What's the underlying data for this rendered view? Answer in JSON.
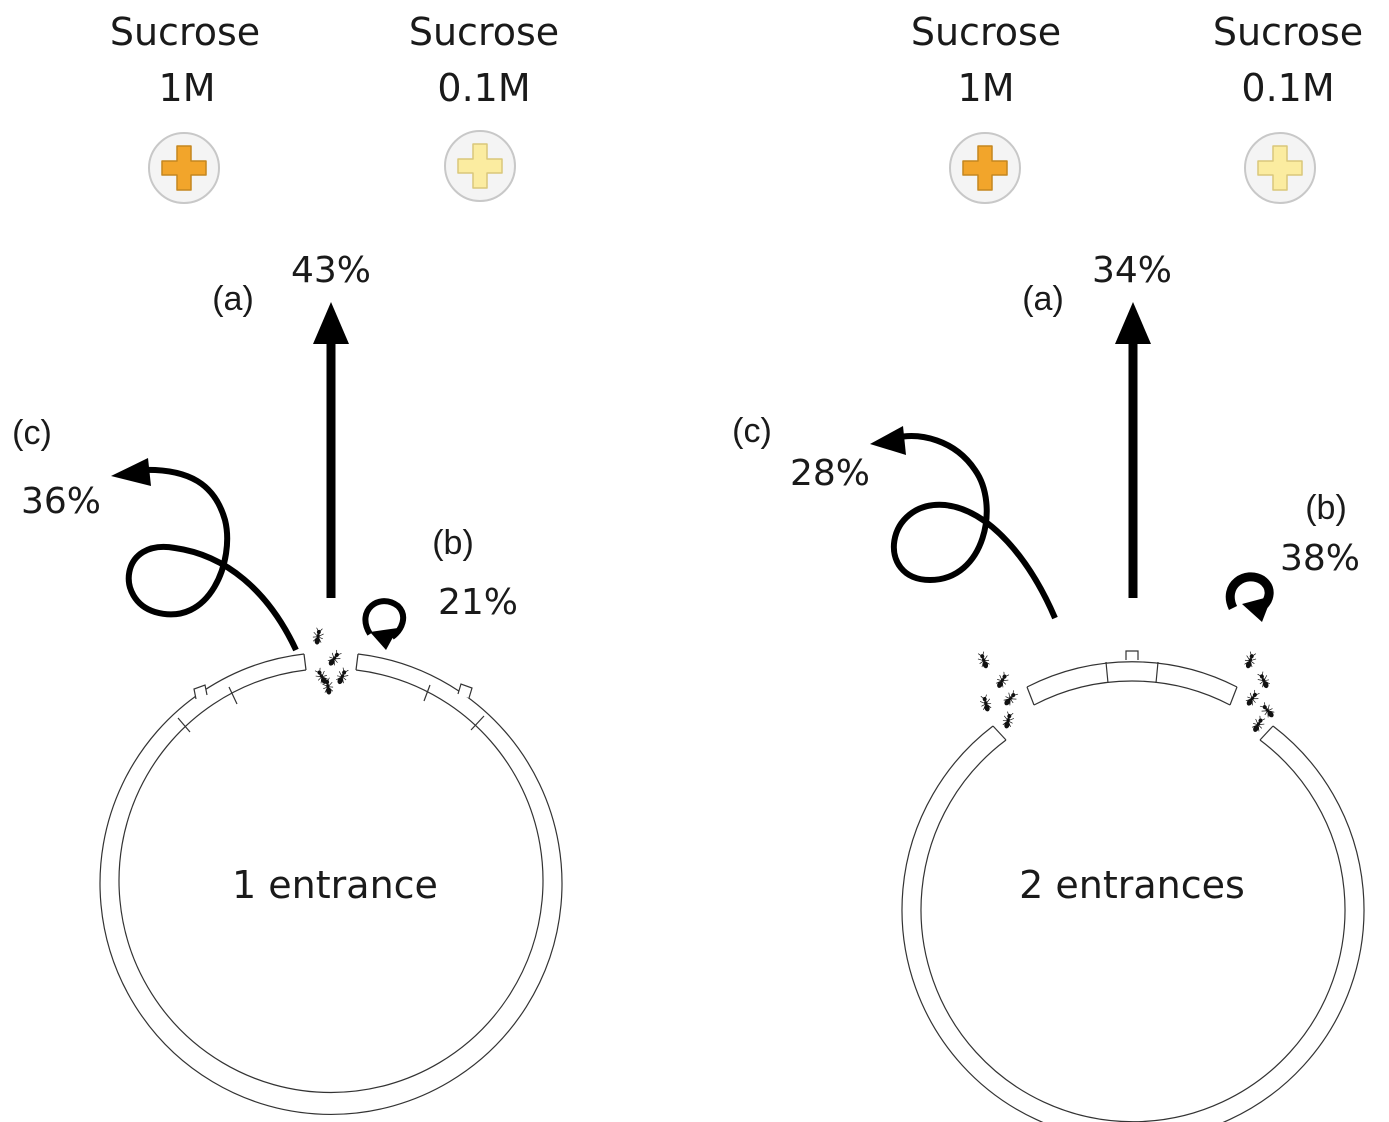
{
  "panels": [
    {
      "id": "left",
      "food_sources": [
        {
          "name": "Sucrose",
          "concentration": "1M",
          "color": "#f2a52b"
        },
        {
          "name": "Sucrose",
          "concentration": "0.1M",
          "color": "#fbeca0"
        }
      ],
      "choice_a": {
        "label": "(a)",
        "percent": "43%"
      },
      "choice_b": {
        "label": "(b)",
        "percent": "21%"
      },
      "choice_c": {
        "label": "(c)",
        "percent": "36%"
      },
      "nest_label": "1 entrance"
    },
    {
      "id": "right",
      "food_sources": [
        {
          "name": "Sucrose",
          "concentration": "1M",
          "color": "#f2a52b"
        },
        {
          "name": "Sucrose",
          "concentration": "0.1M",
          "color": "#fbeca0"
        }
      ],
      "choice_a": {
        "label": "(a)",
        "percent": "34%"
      },
      "choice_b": {
        "label": "(b)",
        "percent": "38%"
      },
      "choice_c": {
        "label": "(c)",
        "percent": "28%"
      },
      "nest_label": "2 entrances"
    }
  ]
}
